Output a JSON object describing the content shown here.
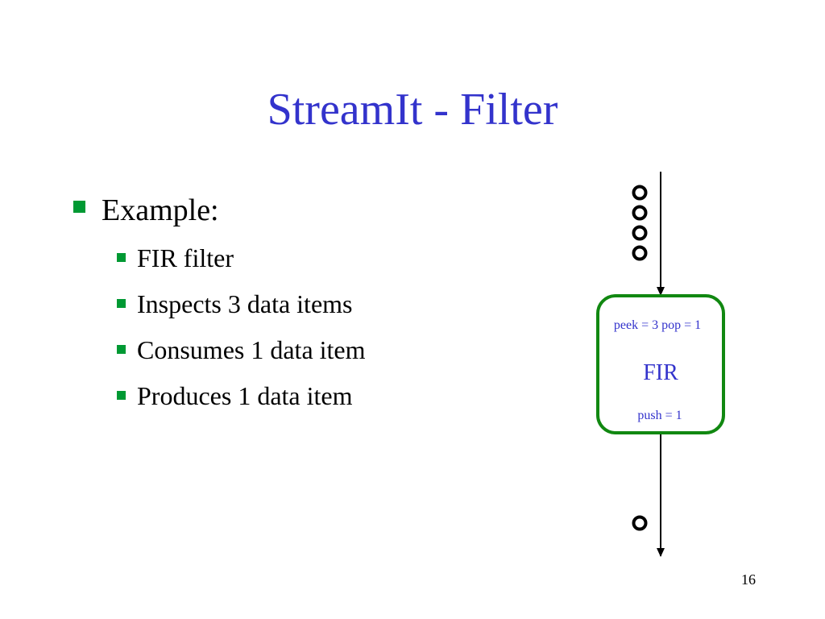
{
  "slide": {
    "title": "StreamIt - Filter",
    "page_number": "16"
  },
  "bullets": {
    "main": "Example:",
    "sub": [
      "FIR filter",
      "Inspects 3 data items",
      "Consumes 1 data item",
      "Produces 1 data item"
    ]
  },
  "diagram": {
    "filter_name": "FIR",
    "rate_in": "peek = 3 pop = 1",
    "rate_out": "push = 1",
    "input_items_shown": 4,
    "output_items_shown": 1
  },
  "colors": {
    "title": "#3333cc",
    "bullet": "#009933",
    "filter_border": "#118811",
    "filter_text": "#3333cc",
    "arrow": "#000000"
  }
}
